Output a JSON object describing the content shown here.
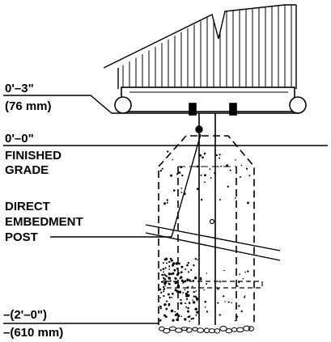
{
  "labels": {
    "top_elevation_imperial": "0'–3\"",
    "top_elevation_metric": "(76  mm)",
    "grade_elevation": "0'–0\"",
    "finished_grade_line1": "FINISHED",
    "finished_grade_line2": "GRADE",
    "post_line1": "DIRECT",
    "post_line2": "EMBEDMENT",
    "post_line3": "POST",
    "bottom_elevation_imperial": "–(2'–0\")",
    "bottom_elevation_metric": "–(610  mm)"
  },
  "colors": {
    "ink": "#000000",
    "paper": "#ffffff"
  }
}
